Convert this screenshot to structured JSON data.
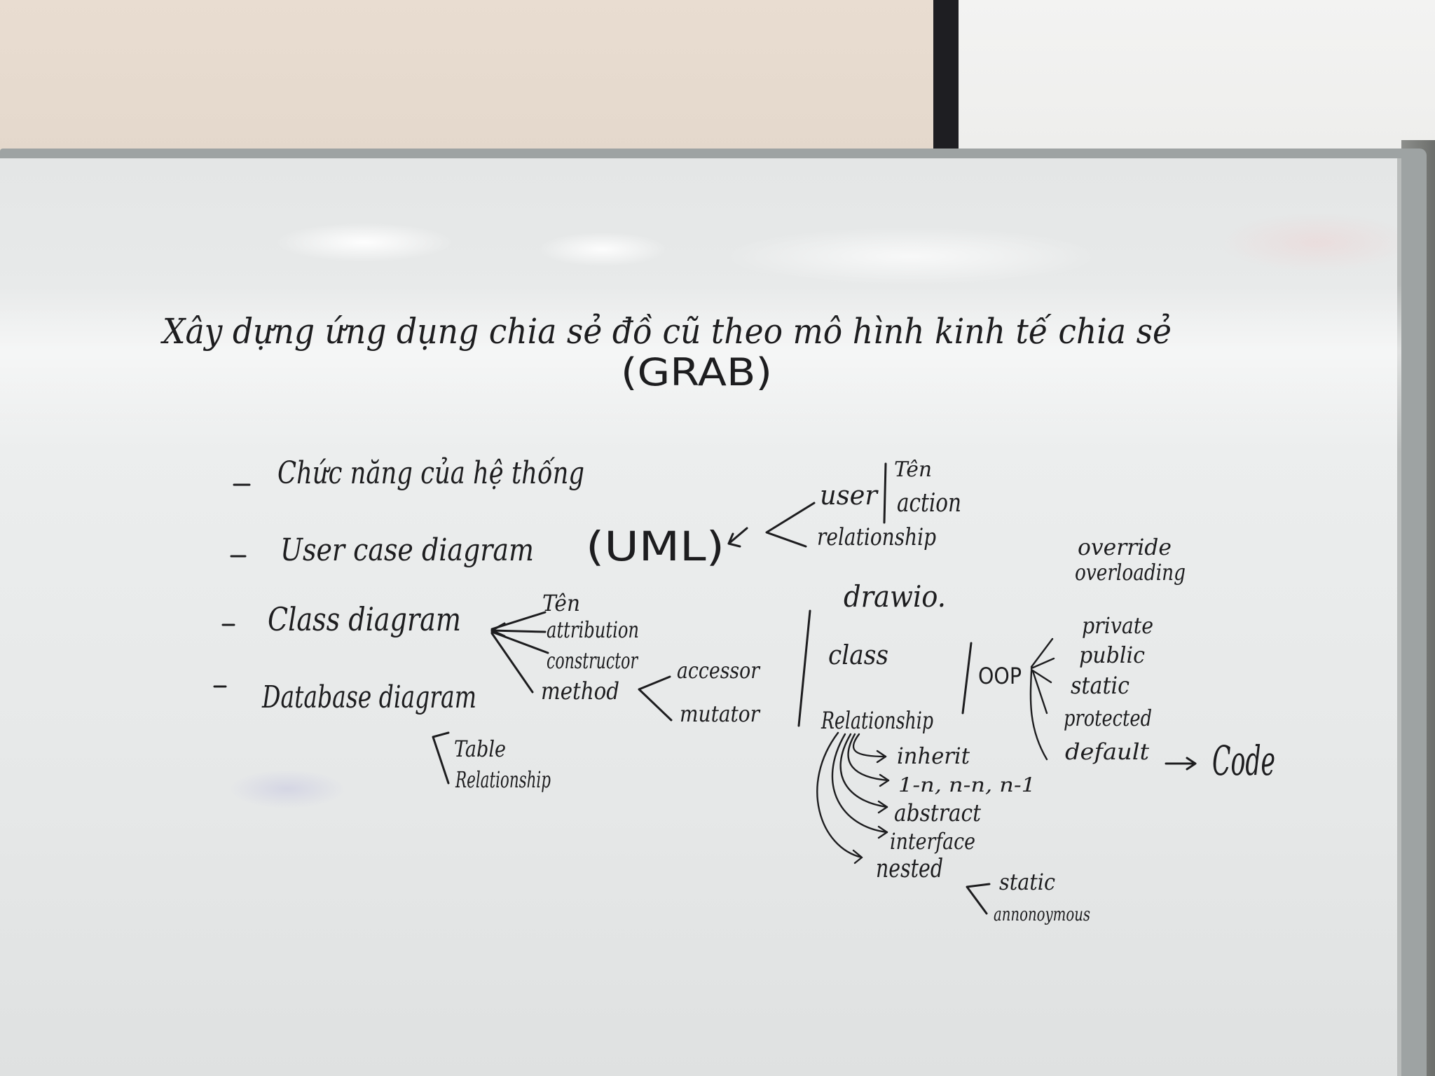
{
  "title": {
    "line1": "Xây dựng ứng dụng chia sẻ đồ cũ theo mô hình kinh tế chia sẻ",
    "line2": "(GRAB)"
  },
  "left_list": [
    {
      "text": "Chức năng của hệ thống"
    },
    {
      "text": "User case diagram"
    },
    {
      "text": "Class diagram"
    },
    {
      "text": "Database diagram"
    }
  ],
  "uml": "(UML)",
  "user_branch": {
    "head": "user",
    "relationship": "relationship",
    "items": [
      "Tên",
      "action"
    ]
  },
  "drawio": "drawio.",
  "class_branch": {
    "items": [
      "Tên",
      "attribution",
      "constructor",
      "method"
    ],
    "method_items": [
      "accessor",
      "mutator"
    ]
  },
  "database_branch": {
    "items": [
      "Table",
      "Relationship"
    ]
  },
  "class_label": "class",
  "relationship_label": "Relationship",
  "relationship_items": [
    "inherit",
    "1-n, n-n, n-1",
    "abstract",
    "interface",
    "nested"
  ],
  "nested_items": [
    "static",
    "annonoymous"
  ],
  "oop_label": "OOP",
  "oop_items": [
    "private",
    "public",
    "static",
    "protected",
    "default"
  ],
  "override_items": [
    "override",
    "overloading"
  ],
  "code_label": "Code"
}
